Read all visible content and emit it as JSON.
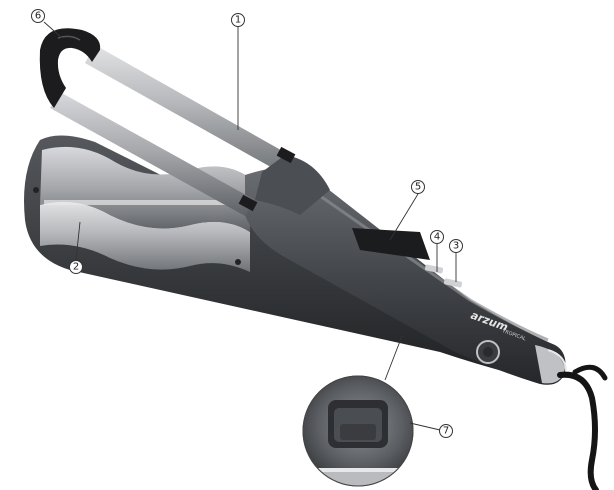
{
  "brand": {
    "name": "arzum",
    "model": "TROPICAL"
  },
  "callouts": [
    {
      "id": "1",
      "label": "1"
    },
    {
      "id": "2",
      "label": "2"
    },
    {
      "id": "3",
      "label": "3"
    },
    {
      "id": "4",
      "label": "4"
    },
    {
      "id": "5",
      "label": "5"
    },
    {
      "id": "6",
      "label": "6"
    },
    {
      "id": "7",
      "label": "7"
    }
  ],
  "colors": {
    "body_dark": "#2e3033",
    "body_mid": "#4a4d51",
    "barrel_light": "#c9cbce",
    "barrel_shadow": "#7d8084",
    "tip_black": "#1c1c1e",
    "cord": "#151515"
  },
  "icons": [
    "curling-iron",
    "button",
    "cord",
    "zoom-lens"
  ]
}
